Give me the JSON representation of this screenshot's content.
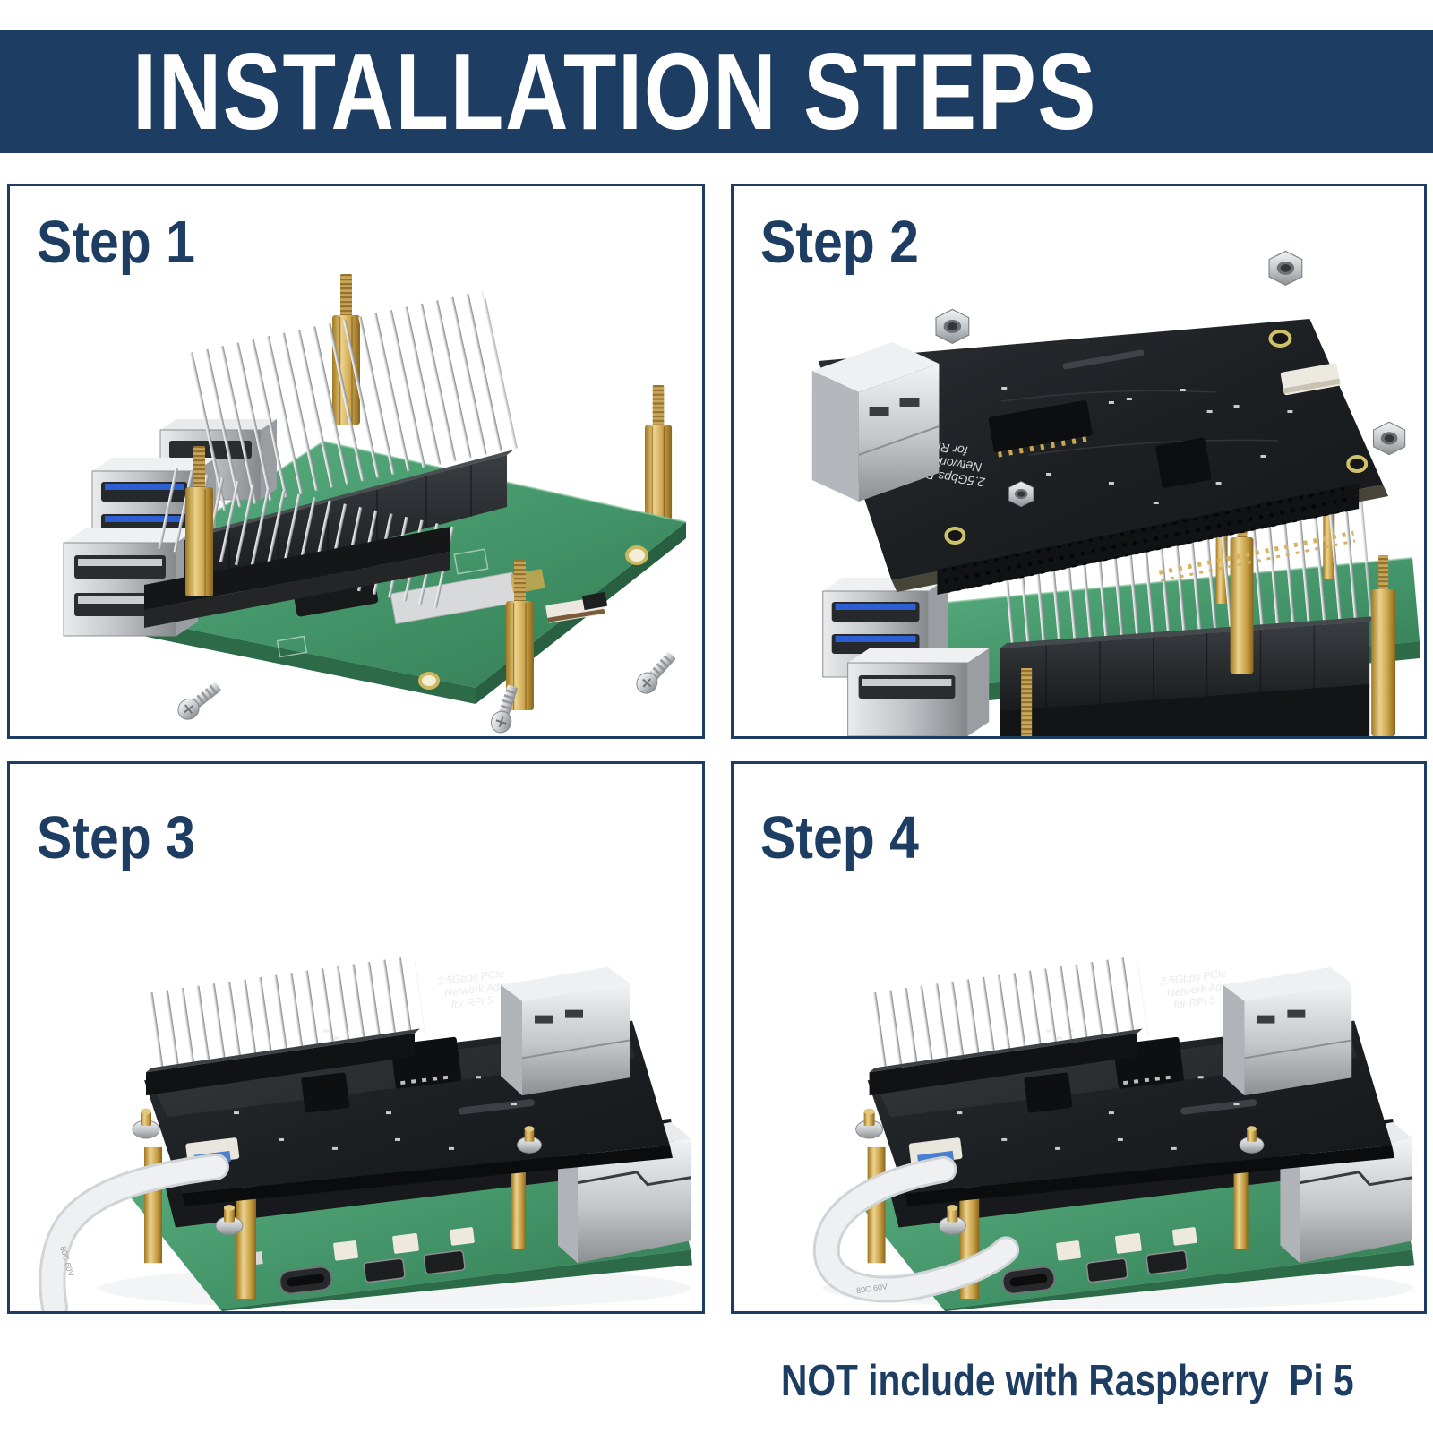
{
  "header": {
    "title": "INSTALLATION STEPS"
  },
  "steps": [
    {
      "label": "Step 1"
    },
    {
      "label": "Step 2"
    },
    {
      "label": "Step 3"
    },
    {
      "label": "Step 4"
    }
  ],
  "hat_silkscreen": {
    "line1": "2.5Gbps PCIe",
    "line2": "Network Adapter",
    "line3": "for RPi 5",
    "brand": "52Pi",
    "ribbon_marking": "80C  60V"
  },
  "footer": {
    "note": "NOT include with Raspberry  Pi 5"
  },
  "colors": {
    "navy": "#1e3d62",
    "panel_border": "#1e3d62",
    "pcb_green": "#459a6c",
    "hat_black": "#1d2023",
    "brass": "#c9a24b",
    "steel": "#c3c7ca",
    "ribbon_blue": "#4a7fd0"
  }
}
